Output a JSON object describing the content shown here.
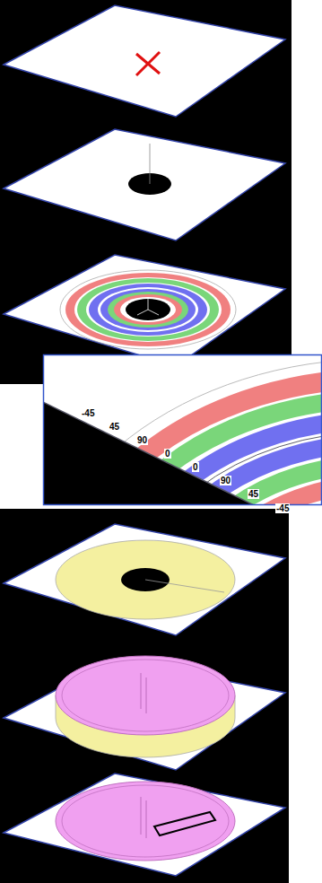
{
  "diagram": {
    "labels": [
      "-45",
      "45",
      "90",
      "0",
      "0",
      "90",
      "45",
      "-45"
    ]
  }
}
